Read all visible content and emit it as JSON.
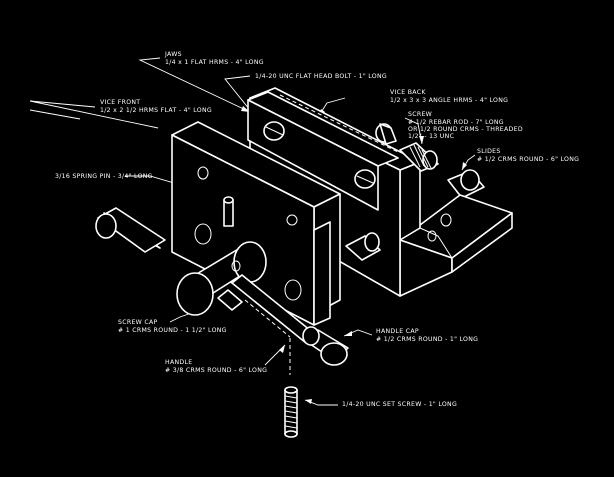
{
  "labels": {
    "jaws": {
      "title": "JAWS",
      "spec": "1/4 x 1 FLAT HRMS - 4\" LONG"
    },
    "flat_head_bolt": {
      "spec": "1/4-20 UNC FLAT HEAD BOLT - 1\" LONG"
    },
    "vice_front": {
      "title": "VICE FRONT",
      "spec": "1/2 x 2 1/2 HRMS FLAT - 4\" LONG"
    },
    "vice_back": {
      "title": "VICE BACK",
      "spec": "1/2 x 3 x 3 ANGLE HRMS - 4\" LONG"
    },
    "screw": {
      "title": "SCREW",
      "spec1": "# 1/2 REBAR ROD - 7\" LONG",
      "spec2": "OR 1/2 ROUND CRMS - THREADED",
      "spec3": "1/2\" - 13 UNC"
    },
    "slides": {
      "title": "SLIDES",
      "spec": "# 1/2 CRMS ROUND - 6\" LONG"
    },
    "spring_pin": {
      "spec": "3/16 SPRING PIN - 3/4\" LONG"
    },
    "screw_cap": {
      "title": "SCREW CAP",
      "spec": "# 1 CRMS ROUND - 1 1/2\" LONG"
    },
    "handle_cap": {
      "title": "HANDLE CAP",
      "spec": "# 1/2 CRMS ROUND - 1\" LONG"
    },
    "handle": {
      "title": "HANDLE",
      "spec": "# 3/8 CRMS ROUND - 6\" LONG"
    },
    "set_screw": {
      "spec": "1/4-20 UNC SET SCREW - 1\" LONG"
    }
  },
  "colors": {
    "background": "#000000",
    "line": "#ffffff"
  }
}
